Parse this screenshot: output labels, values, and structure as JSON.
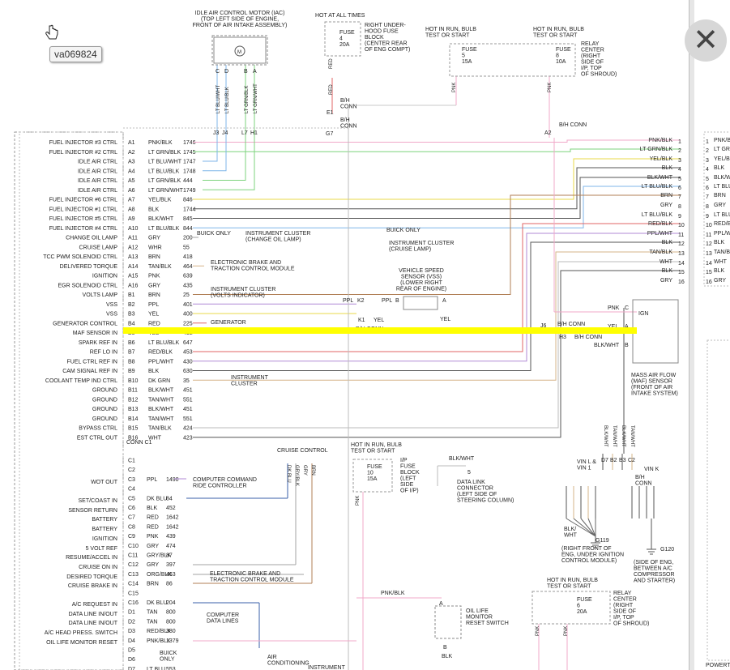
{
  "viewer": {
    "image_id": "va069824",
    "close_symbol": "✕"
  },
  "pcm": {
    "left_labels": [
      "FUEL INJECTOR #3 CTRL",
      "FUEL INJECTOR #2 CTRL",
      "IDLE AIR CTRL",
      "IDLE AIR CTRL",
      "IDLE AIR CTRL",
      "IDLE AIR CTRL",
      "FUEL INJECTOR #6 CTRL",
      "FUEL INJECTOR #1 CTRL",
      "FUEL INJECTOR #5 CTRL",
      "FUEL INJECTOR #4 CTRL",
      "CHANGE OIL LAMP",
      "CRUISE LAMP",
      "TCC PWM SOLENOID CTRL",
      "DELIVERED TORQUE",
      "IGNITION",
      "EGR SOLENOID CTRL",
      "VOLTS LAMP",
      "VSS",
      "VSS",
      "GENERATOR CONTROL",
      "MAF SENSOR IN",
      "SPARK REF IN",
      "REF LO IN",
      "FUEL CTRL REF IN",
      "CAM SIGNAL REF IN",
      "COOLANT TEMP IND CTRL",
      "GROUND",
      "GROUND",
      "GROUND",
      "GROUND",
      "BYPASS CTRL",
      "EST CTRL OUT"
    ],
    "pins_a": [
      {
        "pin": "A1",
        "color": "PNK/BLK",
        "circuit": "1746"
      },
      {
        "pin": "A2",
        "color": "LT GRN/BLK",
        "circuit": "1745"
      },
      {
        "pin": "A3",
        "color": "LT BLU/WHT",
        "circuit": "1747"
      },
      {
        "pin": "A4",
        "color": "LT BLU/BLK",
        "circuit": "1748"
      },
      {
        "pin": "A5",
        "color": "LT GRN/BLK",
        "circuit": "444"
      },
      {
        "pin": "A6",
        "color": "LT GRN/WHT",
        "circuit": "1749"
      },
      {
        "pin": "A7",
        "color": "YEL/BLK",
        "circuit": "846"
      },
      {
        "pin": "A8",
        "color": "BLK",
        "circuit": "1744"
      },
      {
        "pin": "A9",
        "color": "BLK/WHT",
        "circuit": "845"
      },
      {
        "pin": "A10",
        "color": "LT BLU/BLK",
        "circuit": "844"
      },
      {
        "pin": "A11",
        "color": "GRY",
        "circuit": "200"
      },
      {
        "pin": "A12",
        "color": "WHR",
        "circuit": "55"
      },
      {
        "pin": "A13",
        "color": "BRN",
        "circuit": "418"
      },
      {
        "pin": "A14",
        "color": "TAN/BLK",
        "circuit": "464"
      },
      {
        "pin": "A15",
        "color": "PNK",
        "circuit": "639"
      },
      {
        "pin": "A16",
        "color": "GRY",
        "circuit": "435"
      }
    ],
    "pins_b": [
      {
        "pin": "B1",
        "color": "BRN",
        "circuit": "25"
      },
      {
        "pin": "B2",
        "color": "PPL",
        "circuit": "401"
      },
      {
        "pin": "B3",
        "color": "YEL",
        "circuit": "400"
      },
      {
        "pin": "B4",
        "color": "RED",
        "circuit": "225"
      },
      {
        "pin": "B5",
        "color": "YEL",
        "circuit": "492"
      },
      {
        "pin": "B6",
        "color": "LT BLU/BLK",
        "circuit": "647"
      },
      {
        "pin": "B7",
        "color": "RED/BLK",
        "circuit": "453"
      },
      {
        "pin": "B8",
        "color": "PPL/WHT",
        "circuit": "430"
      },
      {
        "pin": "B9",
        "color": "BLK",
        "circuit": "630"
      },
      {
        "pin": "B10",
        "color": "DK GRN",
        "circuit": "35"
      },
      {
        "pin": "B11",
        "color": "BLK/WHT",
        "circuit": "451"
      },
      {
        "pin": "B12",
        "color": "TAN/WHT",
        "circuit": "551"
      },
      {
        "pin": "B13",
        "color": "BLK/WHT",
        "circuit": "451"
      },
      {
        "pin": "B14",
        "color": "TAN/WHT",
        "circuit": "551"
      },
      {
        "pin": "B15",
        "color": "TAN/BLK",
        "circuit": "424"
      },
      {
        "pin": "B16",
        "color": "WHT",
        "circuit": "423"
      }
    ],
    "conn_label": "CONN C1",
    "c_labels": [
      "WOT OUT",
      "SET/COAST IN",
      "SENSOR RETURN",
      "BATTERY",
      "BATTERY",
      "IGNITION",
      "5 VOLT REF",
      "RESUME/ACCEL IN",
      "CRUISE ON IN",
      "DESIRED TORQUE",
      "CRUISE BRAKE IN",
      "A/C REQUEST IN",
      "DATA LINE IN/OUT",
      "DATA LINE IN/OUT",
      "A/C HEAD PRESS. SWITCH",
      "OIL LIFE MONITOR RESET"
    ],
    "pins_c": [
      {
        "pin": "C1",
        "color": "",
        "circuit": ""
      },
      {
        "pin": "C2",
        "color": "",
        "circuit": ""
      },
      {
        "pin": "C3",
        "color": "PPL",
        "circuit": "1490"
      },
      {
        "pin": "C4",
        "color": "",
        "circuit": ""
      },
      {
        "pin": "C5",
        "color": "DK BLU",
        "circuit": "84"
      },
      {
        "pin": "C6",
        "color": "BLK",
        "circuit": "452"
      },
      {
        "pin": "C7",
        "color": "RED",
        "circuit": "1642"
      },
      {
        "pin": "C8",
        "color": "RED",
        "circuit": "1642"
      },
      {
        "pin": "C9",
        "color": "PNK",
        "circuit": "439"
      },
      {
        "pin": "C10",
        "color": "GRY",
        "circuit": "474"
      },
      {
        "pin": "C11",
        "color": "GRY/BLK",
        "circuit": "87"
      },
      {
        "pin": "C12",
        "color": "GRY",
        "circuit": "397"
      },
      {
        "pin": "C13",
        "color": "ORG/BLK",
        "circuit": "463"
      },
      {
        "pin": "C14",
        "color": "BRN",
        "circuit": "86"
      },
      {
        "pin": "C15",
        "color": "",
        "circuit": ""
      },
      {
        "pin": "C16",
        "color": "DK BLU",
        "circuit": "204"
      },
      {
        "pin": "D1",
        "color": "TAN",
        "circuit": "800"
      },
      {
        "pin": "D2",
        "color": "TAN",
        "circuit": "800"
      },
      {
        "pin": "D3",
        "color": "RED/BLK",
        "circuit": "380"
      },
      {
        "pin": "D4",
        "color": "PNK/BLK",
        "circuit": "1379"
      },
      {
        "pin": "D5",
        "color": "",
        "circuit": ""
      },
      {
        "pin": "D6",
        "color": "",
        "circuit": ""
      },
      {
        "pin": "D7",
        "color": "LT BLU",
        "circuit": "553"
      }
    ]
  },
  "annotations": {
    "iac_title": "IDLE AIR CONTROL MOTOR (IAC)\n(TOP LEFT SIDE OF ENGINE,\nFRONT OF AIR INTAKE ASSEMBLY)",
    "iac_pins": [
      "C",
      "D",
      "B",
      "A"
    ],
    "iac_wire_labels": [
      "LT BLU/WHT",
      "LT BLU/BLK",
      "LT GRN/BLK",
      "LT GRN/WHT"
    ],
    "iac_conn": [
      "J3",
      "J4",
      "L7",
      "H1"
    ],
    "hot_at_all_times": "HOT AT ALL TIMES",
    "fuse4": "FUSE\n4\n20A",
    "fuse4_desc": "RIGHT UNDER-\nHOOD FUSE\nBLOCK\n(CENTER REAR\nOF ENG COMPT)",
    "hot_run_1": "HOT IN RUN, BULB\nTEST OR START",
    "hot_run_2": "HOT IN RUN, BULB\nTEST OR START",
    "fuse5": "FUSE\n5\n15A",
    "fuse8": "FUSE\n8\n10A",
    "relay_center_1": "RELAY\nCENTER\n(RIGHT\nSIDE OF\nI/P, TOP\nOF SHROUD)",
    "red": "RED",
    "pnk": "PNK",
    "bh_conn": "B/H\nCONN",
    "bh_conn_e1": "E1",
    "bh_conn_g7": "G7",
    "bh_conn_a2": "A2",
    "bh_conn_text": "B/H CONN",
    "buick_only_1": "BUICK ONLY",
    "ic_change_oil": "INSTRUMENT CLUSTER\n(CHANGE OIL LAMP)",
    "buick_only_2": "BUICK ONLY",
    "ic_cruise": "INSTRUMENT CLUSTER\n(CRUISE LAMP)",
    "ebtcm_1": "ELECTRONIC BRAKE AND\nTRACTION CONTROL MODULE",
    "ic_volts": "INSTRUMENT CLUSTER\n(VOLTS INDICATOR)",
    "vss": "VEHICLE SPEED\nSENSOR (VSS)\n(LOWER RIGHT\nREAR OF ENGINE)",
    "ppl_k2": [
      "PPL",
      "K2",
      "PPL",
      "B"
    ],
    "k1_yel": [
      "K1",
      "YEL",
      "B/H CONN",
      "YEL",
      "A"
    ],
    "generator": "GENERATOR",
    "maf": "MASS AIR FLOW\n(MAF) SENSOR\n(FRONT OF AIR\nINTAKE SYSTEM)",
    "maf_pins": [
      "PNK",
      "C",
      "IGN",
      "YEL",
      "A",
      "BLK/WHT",
      "B"
    ],
    "maf_conn": [
      "J6",
      "B/H CONN",
      "H3",
      "B/H CONN"
    ],
    "ic_cluster": "INSTRUMENT\nCLUSTER",
    "right_wire_labels": [
      "PNK/BLK",
      "LT GRN/BLK",
      "YEL/BLK",
      "BLK",
      "BLK/WHT",
      "LT BLU/BLK",
      "BRN",
      "GRY",
      "LT BLU/BLK",
      "RED/BLK",
      "PPL/WHT",
      "BLK",
      "TAN/BLK",
      "WHT",
      "BLK",
      "GRY"
    ],
    "right_wire_nums": [
      "1",
      "2",
      "3",
      "4",
      "5",
      "6",
      "7",
      "8",
      "9",
      "10",
      "11",
      "12",
      "13",
      "14",
      "15",
      "16"
    ],
    "cruise_control": "CRUISE CONTROL",
    "cruise_wires": [
      "DK BLU",
      "GRY/BLK",
      "GRY",
      "BRN"
    ],
    "computer_command": "COMPUTER COMMAND\nRIDE CONTROLLER",
    "ebtcm_2": "ELECTRONIC BRAKE AND\nTRACTION CONTROL MODULE",
    "computer_data": "COMPUTER\nDATA LINES",
    "buick_only_3": "BUICK\nONLY",
    "air_conditioning": "AIR\nCONDITIONING",
    "instrument": "INSTRUMENT",
    "hot_run_3": "HOT IN RUN, BULB\nTEST OR START",
    "fuse10": "FUSE\n10\n15A",
    "ip_fuse_block": "I/P\nFUSE\nBLOCK\n(LEFT\nSIDE\nOF I/P)",
    "blk_wht": "BLK/WHT",
    "dlc_pin": "5",
    "dlc": "DATA LINK\nCONNECTOR\n(LEFT SIDE OF\nSTEERING COLUMN)",
    "vin_l": "VIN L &\nVIN 1",
    "vin_k": "VIN K",
    "ground_wires": [
      "BLK/WHT",
      "TAN/WHT",
      "BLK/WHT",
      "TAN/WHT"
    ],
    "ground_conn": [
      "D7",
      "B2",
      "B3",
      "C2"
    ],
    "ground_bh": "B/H\nCONN",
    "blk_wht_2": "BLK/\nWHT",
    "g119": "G119",
    "g119_desc": "(RIGHT FRONT OF\nENG, UNDER IGNITION\nCONTROL MODULE)",
    "g120": "G120",
    "g120_desc": "(SIDE OF ENG,\nBETWEEN A/C\nCOMPRESSOR\nAND STARTER)",
    "pnk_blk": "PNK/BLK",
    "oil_life": "OIL LIFE\nMONITOR\nRESET SWITCH",
    "blk": "BLK",
    "b": "B",
    "a": "A",
    "hot_run_4": "HOT IN RUN, BULB\nTEST OR START",
    "fuse6": "FUSE\n6\n20A",
    "relay_center_2": "RELAY\nCENTER\n(RIGHT\nSIDE OF\nI/P, TOP\nOF SHROUD)",
    "right_sheet_nums": [
      "1",
      "2",
      "3",
      "4",
      "5",
      "6",
      "7",
      "8",
      "9",
      "10",
      "11",
      "12",
      "13",
      "14",
      "15",
      "16"
    ],
    "right_sheet_labels": [
      "PNK/BL",
      "LT GRN",
      "YEL/BL",
      "BLK",
      "BLK/WH",
      "LT BLU",
      "BRN",
      "GRY",
      "LT BLU",
      "RED/BL",
      "PPL/WH",
      "BLK",
      "TAN/BL",
      "WHT",
      "BLK",
      "GRY"
    ],
    "right_sheet_footer": "POWERT"
  },
  "highlight": {
    "color": "#ffff00"
  },
  "wire_colors": {
    "pink": "#f0a8c8",
    "green": "#7dd37d",
    "blue": "#7fb6e8",
    "yellow": "#e8d84a",
    "tan": "#d6b489",
    "gray": "#a3a3a3",
    "red": "#e06464",
    "brown": "#b07f55",
    "purple": "#b08ad6",
    "dark": "#555555"
  }
}
